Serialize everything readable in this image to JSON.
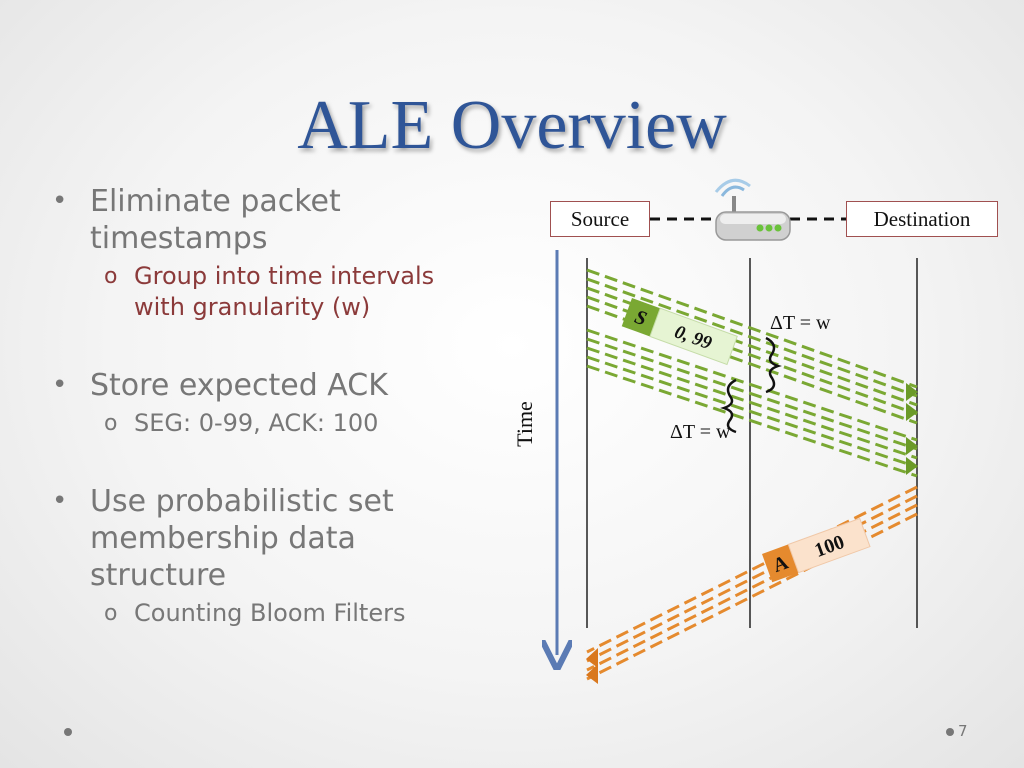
{
  "slide": {
    "title": "ALE Overview",
    "page_number": "7"
  },
  "bullets": [
    {
      "text": "Eliminate packet timestamps",
      "sub": [
        {
          "text": "Group into time intervals with granularity (w)",
          "accent": true
        }
      ]
    },
    {
      "text": "Store expected ACK",
      "sub": [
        {
          "text": "SEG: 0-99, ACK: 100",
          "accent": false
        }
      ]
    },
    {
      "text": "Use probabilistic set membership data structure",
      "sub": [
        {
          "text": "Counting Bloom Filters",
          "accent": false
        }
      ]
    }
  ],
  "diagram": {
    "source_label": "Source",
    "destination_label": "Destination",
    "router_icon": "wifi-router-icon",
    "time_label": "Time",
    "delta_top": "ΔT = w",
    "delta_bottom": "ΔT = w",
    "seg_flag": "S",
    "seg_value": "0, 99",
    "ack_flag": "A",
    "ack_value": "100",
    "colors": {
      "title": "#2f5597",
      "seg_green": "#7aa833",
      "seg_light": "#e6f4d3",
      "ack_orange": "#e58a2e",
      "ack_light": "#fbe2cc",
      "box_border": "#a05050",
      "time_arrow": "#5b7bb4"
    }
  }
}
